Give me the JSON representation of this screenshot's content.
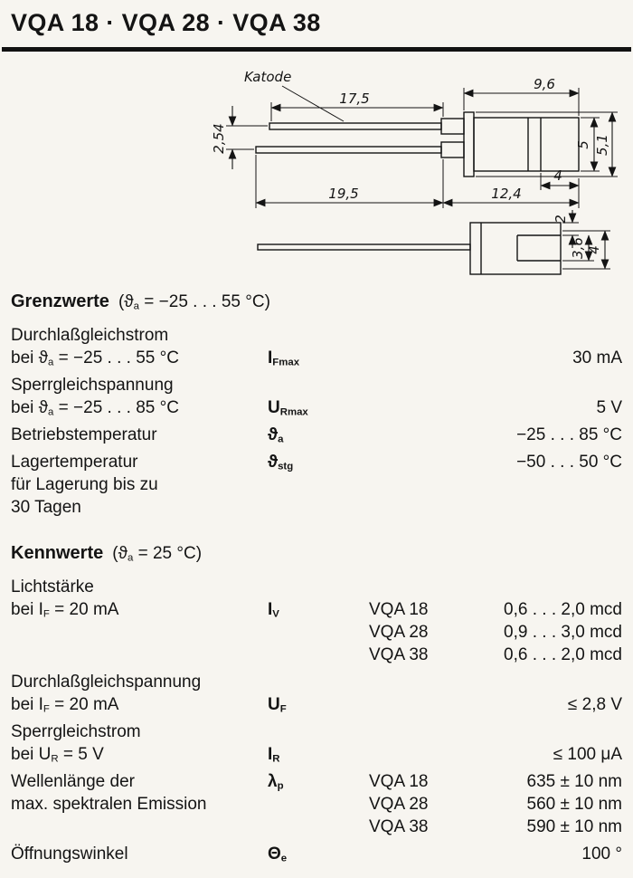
{
  "page": {
    "title": "VQA 18 · VQA 28 · VQA 38"
  },
  "drawing": {
    "katode": "Katode",
    "top": {
      "d175": "17,5",
      "d96": "9,6",
      "d254": "2,54",
      "d5": "5",
      "d51": "5,1",
      "d4": "4",
      "d195": "19,5",
      "d124": "12,4"
    },
    "bottom": {
      "d2": "2",
      "d36": "3,6",
      "d4": "4"
    }
  },
  "grenzwerte": {
    "heading": "Grenzwerte",
    "cond_pre": "(ϑ",
    "cond_sub": "a",
    "cond_post": " = −25 . . . 55 °C)",
    "rows": [
      {
        "line1": "Durchlaßgleichstrom",
        "line2_pre": "bei ϑ",
        "line2_sub": "a",
        "line2_post": " = −25 . . . 55 °C",
        "sym": "I",
        "sym_sub": "Fmax",
        "value": "30 mA"
      },
      {
        "line1": "Sperrgleichspannung",
        "line2_pre": "bei ϑ",
        "line2_sub": "a",
        "line2_post": " = −25 . . . 85 °C",
        "sym": "U",
        "sym_sub": "Rmax",
        "value": "5 V"
      },
      {
        "line1": "Betriebstemperatur",
        "sym": "ϑ",
        "sym_sub": "a",
        "value": "−25 . . . 85 °C"
      },
      {
        "line1": "Lagertemperatur",
        "extra1": "für Lagerung bis zu",
        "extra2": "30 Tagen",
        "sym": "ϑ",
        "sym_sub": "stg",
        "value": "−50 . . . 50 °C"
      }
    ]
  },
  "kennwerte": {
    "heading": "Kennwerte",
    "cond_pre": "(ϑ",
    "cond_sub": "a",
    "cond_post": " = 25 °C)",
    "rows": [
      {
        "line1": "Lichtstärke",
        "line2_pre": "bei I",
        "line2_sub": "F",
        "line2_post": " = 20 mA",
        "sym": "I",
        "sym_sub": "V",
        "variants": [
          {
            "name": "VQA 18",
            "value": "0,6 . . . 2,0 mcd"
          },
          {
            "name": "VQA 28",
            "value": "0,9 . . . 3,0 mcd"
          },
          {
            "name": "VQA 38",
            "value": "0,6 . . . 2,0 mcd"
          }
        ]
      },
      {
        "line1": "Durchlaßgleichspannung",
        "line2_pre": "bei I",
        "line2_sub": "F",
        "line2_post": " = 20 mA",
        "sym": "U",
        "sym_sub": "F",
        "value": "≤ 2,8 V"
      },
      {
        "line1": "Sperrgleichstrom",
        "line2_pre": "bei U",
        "line2_sub": "R",
        "line2_post": " = 5 V",
        "sym": "I",
        "sym_sub": "R",
        "value": "≤ 100 μA"
      },
      {
        "line1": "Wellenlänge der",
        "line2_pre": "max. spektralen Emission",
        "line2_sub": "",
        "line2_post": "",
        "sym": "λ",
        "sym_sub": "p",
        "variants": [
          {
            "name": "VQA 18",
            "value": "635 ± 10 nm"
          },
          {
            "name": "VQA 28",
            "value": "560 ± 10 nm"
          },
          {
            "name": "VQA 38",
            "value": "590 ± 10 nm"
          }
        ]
      },
      {
        "line1": "Öffnungswinkel",
        "sym": "Θ",
        "sym_sub": "e",
        "value": "100 °"
      }
    ]
  }
}
